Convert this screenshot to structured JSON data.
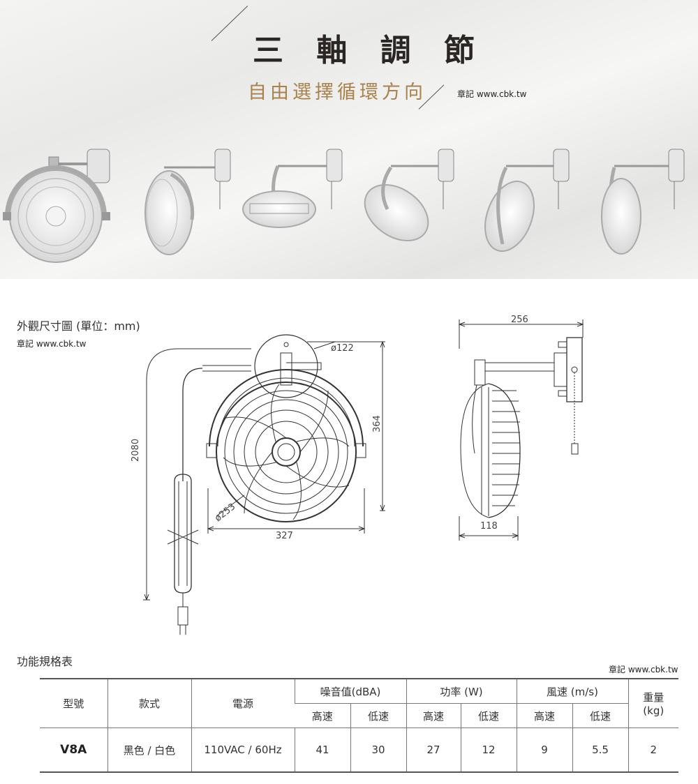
{
  "hero": {
    "title": "三 軸 調 節",
    "subtitle": "自由選擇循環方向",
    "credit": "章記 www.cbk.tw"
  },
  "dimensions": {
    "section_title": "外觀尺寸圖 (單位：mm)",
    "credit": "章記 www.cbk.tw",
    "front": {
      "cord_length": "2080",
      "height": "364",
      "width": "327",
      "mount_diameter": "ø122",
      "grille_diameter": "ø253"
    },
    "side": {
      "depth": "256",
      "body_depth": "118"
    }
  },
  "spec": {
    "section_title": "功能規格表",
    "credit": "章記 www.cbk.tw",
    "headers": {
      "model": "型號",
      "style": "款式",
      "power_source": "電源",
      "noise": "噪音值(dBA)",
      "power": "功率 (W)",
      "wind": "風速 (m/s)",
      "weight": "重量",
      "weight_unit": "(kg)",
      "high": "高速",
      "low": "低速"
    },
    "row": {
      "model": "V8A",
      "style": "黑色 / 白色",
      "power_source": "110VAC / 60Hz",
      "noise_high": "41",
      "noise_low": "30",
      "power_high": "27",
      "power_low": "12",
      "wind_high": "9",
      "wind_low": "5.5",
      "weight": "2"
    }
  }
}
